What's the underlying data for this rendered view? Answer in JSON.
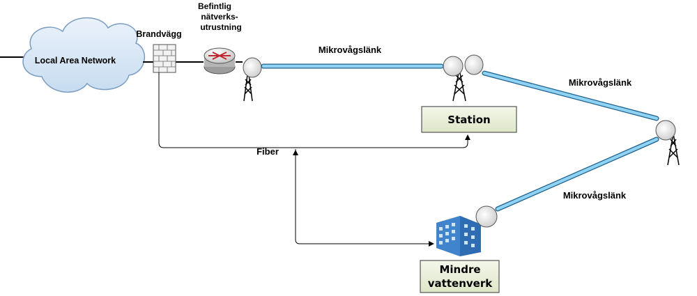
{
  "labels": {
    "lan": "Local Area Network",
    "firewall": "Brandvägg",
    "existing_equipment_1": "Befintlig",
    "existing_equipment_2": "nätverks-",
    "existing_equipment_3": "utrustning",
    "microwave_link_1": "Mikrovågslänk",
    "microwave_link_2": "Mikrovågslänk",
    "microwave_link_3": "Mikrovågslänk",
    "fiber": "Fiber",
    "station": "Station",
    "waterworks_1": "Mindre",
    "waterworks_2": "vattenverk"
  },
  "colors": {
    "cloud_fill": "#dbe9f6",
    "cloud_stroke": "#7a9cc0",
    "link_fill": "#8fd3f4",
    "link_stroke": "#1f5f8b",
    "box_fill": "#eef3e1",
    "box_stroke": "#555555",
    "building": "#2e6db3"
  },
  "icons": [
    "cloud-icon",
    "firewall-icon",
    "router-icon",
    "tower-icon",
    "dish-icon",
    "building-icon"
  ]
}
